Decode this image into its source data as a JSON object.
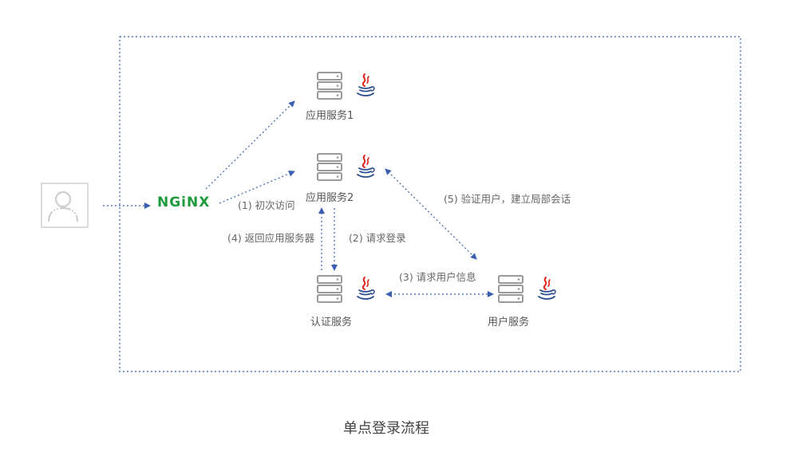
{
  "title": "单点登录流程",
  "nginx_label": "NGiNX",
  "nodes": {
    "app1": "应用服务1",
    "app2": "应用服务2",
    "auth": "认证服务",
    "user": "用户服务"
  },
  "edges": {
    "first_visit": "(1) 初次访问",
    "request_login": "(2) 请求登录",
    "request_user_info": "(3) 请求用户信息",
    "return_app": "(4) 返回应用服务器",
    "verify_user": "(5) 验证用户，建立局部会话"
  },
  "colors": {
    "arrow": "#3a5fb0",
    "border": "#3a5fb0",
    "nginx": "#1f9a3a",
    "java_red": "#e2231a",
    "java_blue": "#2a4c8f",
    "server": "#9a9a9a"
  },
  "icons": {
    "user": "user-avatar-icon",
    "server": "server-icon",
    "java": "java-icon"
  }
}
